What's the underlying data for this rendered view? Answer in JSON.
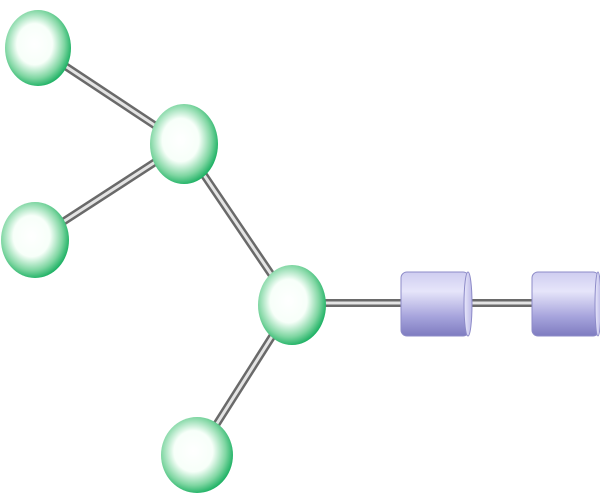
{
  "diagram": {
    "type": "molecular-structure",
    "nodes": [
      {
        "id": "sphere-top-left",
        "shape": "sphere",
        "color": "green"
      },
      {
        "id": "sphere-upper-center",
        "shape": "sphere",
        "color": "green"
      },
      {
        "id": "sphere-mid-left",
        "shape": "sphere",
        "color": "green"
      },
      {
        "id": "sphere-center",
        "shape": "sphere",
        "color": "green"
      },
      {
        "id": "sphere-bottom",
        "shape": "sphere",
        "color": "green"
      },
      {
        "id": "cylinder-1",
        "shape": "cylinder",
        "color": "lavender"
      },
      {
        "id": "cylinder-2",
        "shape": "cylinder",
        "color": "lavender"
      }
    ],
    "bonds": [
      [
        "sphere-top-left",
        "sphere-upper-center"
      ],
      [
        "sphere-mid-left",
        "sphere-upper-center"
      ],
      [
        "sphere-upper-center",
        "sphere-center"
      ],
      [
        "sphere-center",
        "sphere-bottom"
      ],
      [
        "sphere-center",
        "cylinder-1"
      ],
      [
        "cylinder-1",
        "cylinder-2"
      ]
    ],
    "colors": {
      "sphere_edge": "#00A651",
      "sphere_center": "#ffffff",
      "cylinder_light": "#D6D3F2",
      "cylinder_dark": "#7E7CC0",
      "bond": "#8A8A8A"
    }
  }
}
